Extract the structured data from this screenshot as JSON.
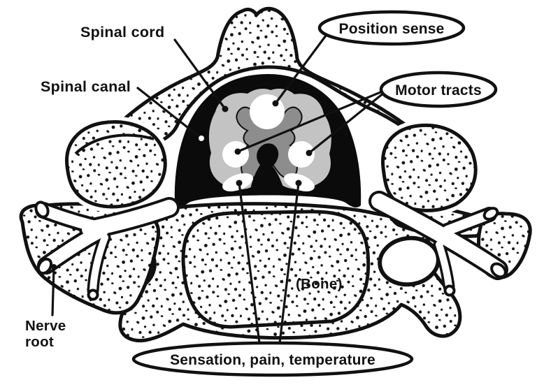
{
  "diagram": {
    "labels": {
      "spinal_cord": "Spinal cord",
      "spinal_canal": "Spinal canal",
      "nerve_root_line1": "Nerve",
      "nerve_root_line2": "root",
      "bone": "(Bone)"
    },
    "callouts": {
      "position_sense": "Position sense",
      "motor_tracts": "Motor tracts",
      "sensation_pain_temperature": "Sensation, pain, temperature"
    },
    "colors": {
      "ink": "#111111",
      "canal": "#0b0b0b",
      "cord": "#c3c3c3",
      "gray_matter": "#8d8d8d",
      "tract_white": "#ffffff",
      "background": "#ffffff"
    }
  }
}
